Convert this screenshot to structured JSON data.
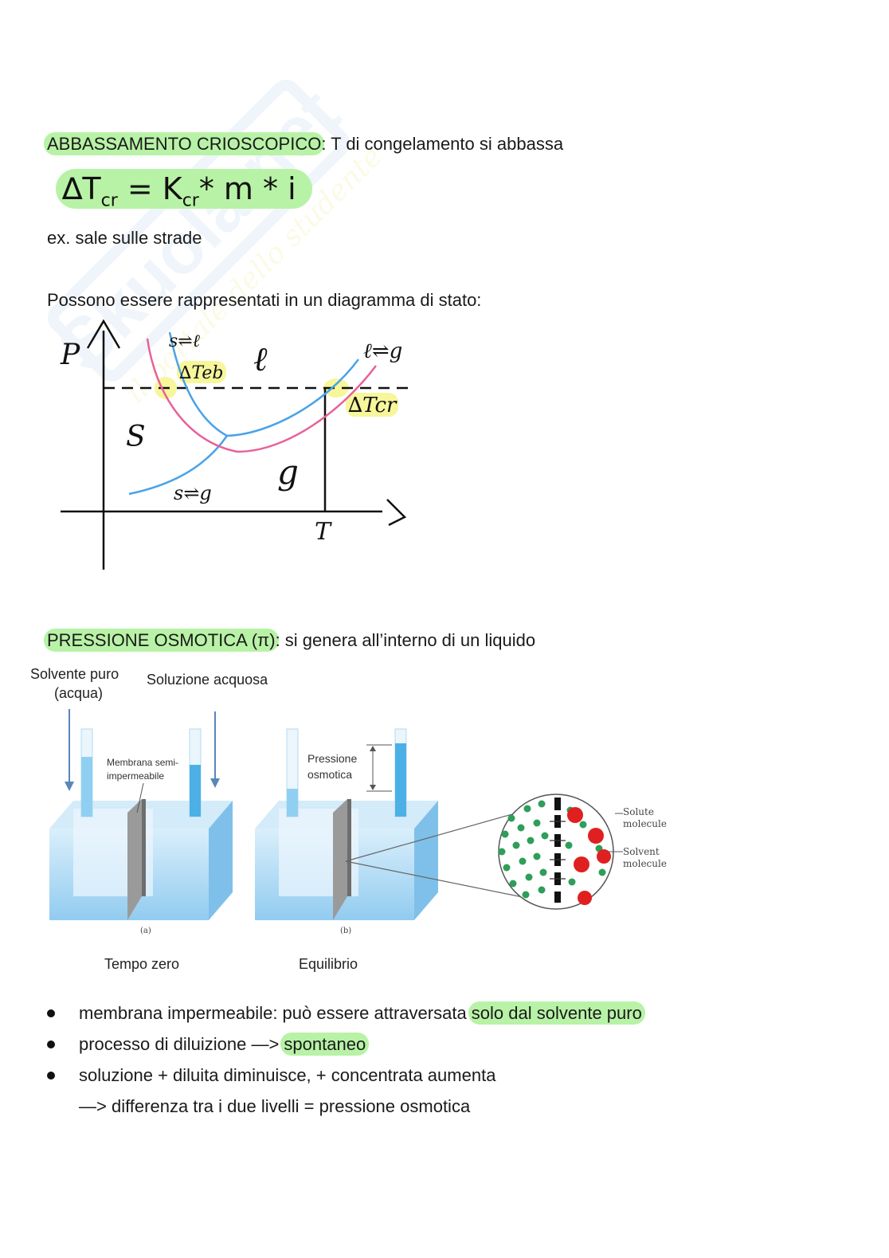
{
  "watermark": {
    "text": "Skuola.net",
    "subtext": "il portale dello studente"
  },
  "section1": {
    "heading": "ABBASSAMENTO CRIOSCOPICO",
    "heading_rest": ": T di congelamento si abbassa",
    "formula": {
      "delta": "∆T",
      "sub_left": "cr",
      "equals": " = K",
      "sub_right": "cr",
      "rest": "* m * i"
    },
    "example": "ex. sale sulle strade",
    "diagram_intro": "Possono essere rappresentati in un diagramma di stato:"
  },
  "phase_diagram": {
    "y_axis": "P",
    "x_axis": "T",
    "label_solid": "S",
    "label_liquid": "ℓ",
    "label_gas": "g",
    "label_sl": "s⇌ℓ",
    "label_lg": "ℓ⇌g",
    "label_sg": "s⇌g",
    "label_dteb": "∆Teb",
    "label_dtcr": "∆Tcr",
    "colors": {
      "pure": "#4aa3e8",
      "solution": "#e8609a",
      "highlight": "#f6f58a"
    }
  },
  "section2": {
    "heading": "PRESSIONE OSMOTICA (π)",
    "heading_rest": ": si genera all’interno di un liquido"
  },
  "osmosis_figure": {
    "label_pure_solvent_1": "Solvente puro",
    "label_pure_solvent_2": "(acqua)",
    "label_solution": "Soluzione acquosa",
    "label_membrane_1": "Membrana semi-",
    "label_membrane_2": "impermeabile",
    "label_pressure_1": "Pressione",
    "label_pressure_2": "osmotica",
    "label_a": "(a)",
    "label_b": "(b)",
    "caption_a": "Tempo zero",
    "caption_b": "Equilibrio",
    "solute_1": "Solute",
    "solute_2": "molecule",
    "solvent_1": "Solvent",
    "solvent_2": "molecule"
  },
  "bullets": [
    {
      "text": "membrana impermeabile: può essere attraversata ",
      "highlight": "solo dal solvente puro"
    },
    {
      "text": "processo di diluizione —> ",
      "highlight": "spontaneo"
    },
    {
      "text": "soluzione + diluita diminuisce, + concentrata aumenta",
      "highlight": ""
    }
  ],
  "bullet_continuation": "—> differenza tra i due livelli = pressione osmotica"
}
